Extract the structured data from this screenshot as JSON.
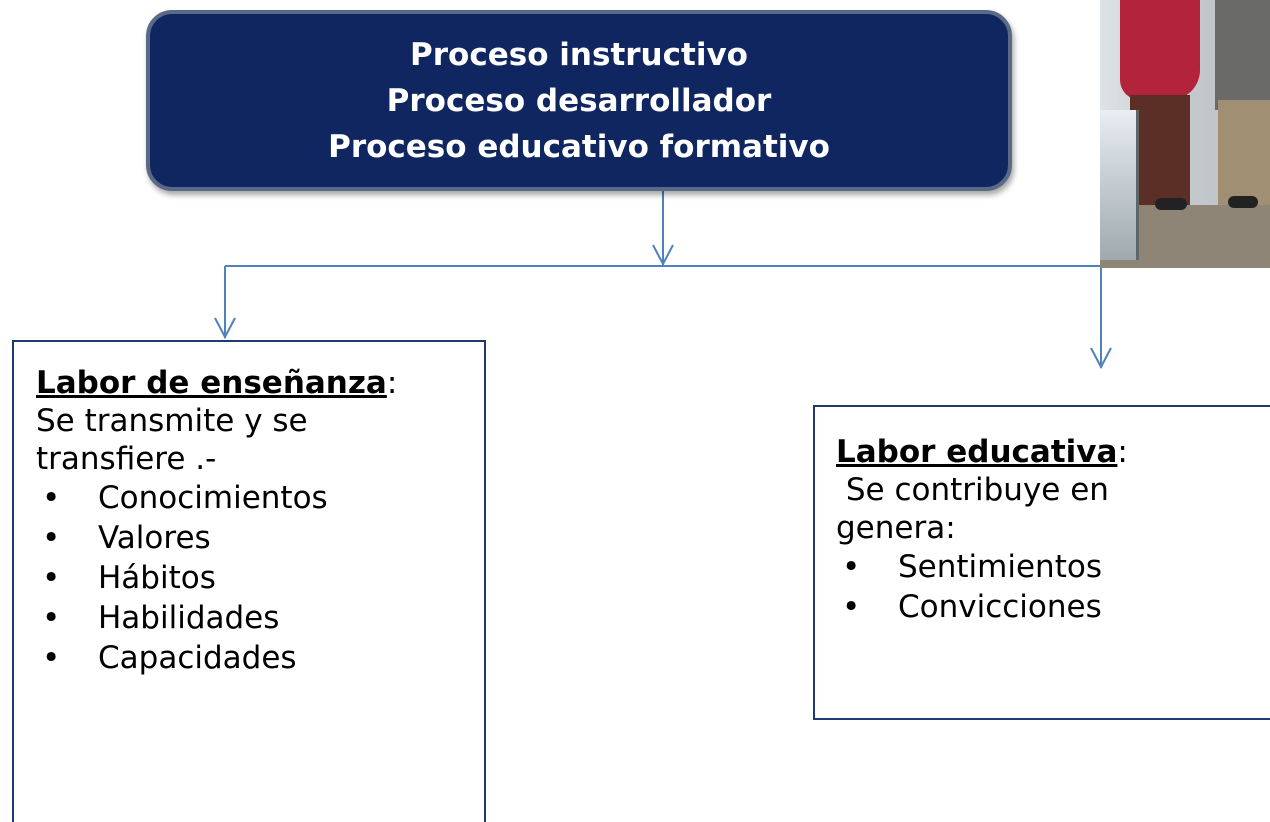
{
  "process_box": {
    "lines": [
      "Proceso instructivo",
      "Proceso desarrollador",
      "Proceso educativo formativo"
    ]
  },
  "left_box": {
    "title": "Labor de enseñanza",
    "title_suffix": ":",
    "intro_lines": [
      "Se transmite y se",
      "transfiere .-"
    ],
    "bullets": [
      "Conocimientos",
      "Valores",
      "Hábitos",
      "Habilidades",
      "Capacidades"
    ]
  },
  "right_box": {
    "title": "Labor educativa",
    "title_suffix": ":",
    "intro_lines": [
      " Se contribuye en",
      "genera:"
    ],
    "bullets": [
      "Sentimientos",
      "Convicciones"
    ]
  },
  "bullet_char": "•",
  "colors": {
    "box_fill": "#0f2660",
    "box_border": "#5a6a86",
    "connector": "#4f81bd",
    "text_box_border": "#1f3a73"
  }
}
